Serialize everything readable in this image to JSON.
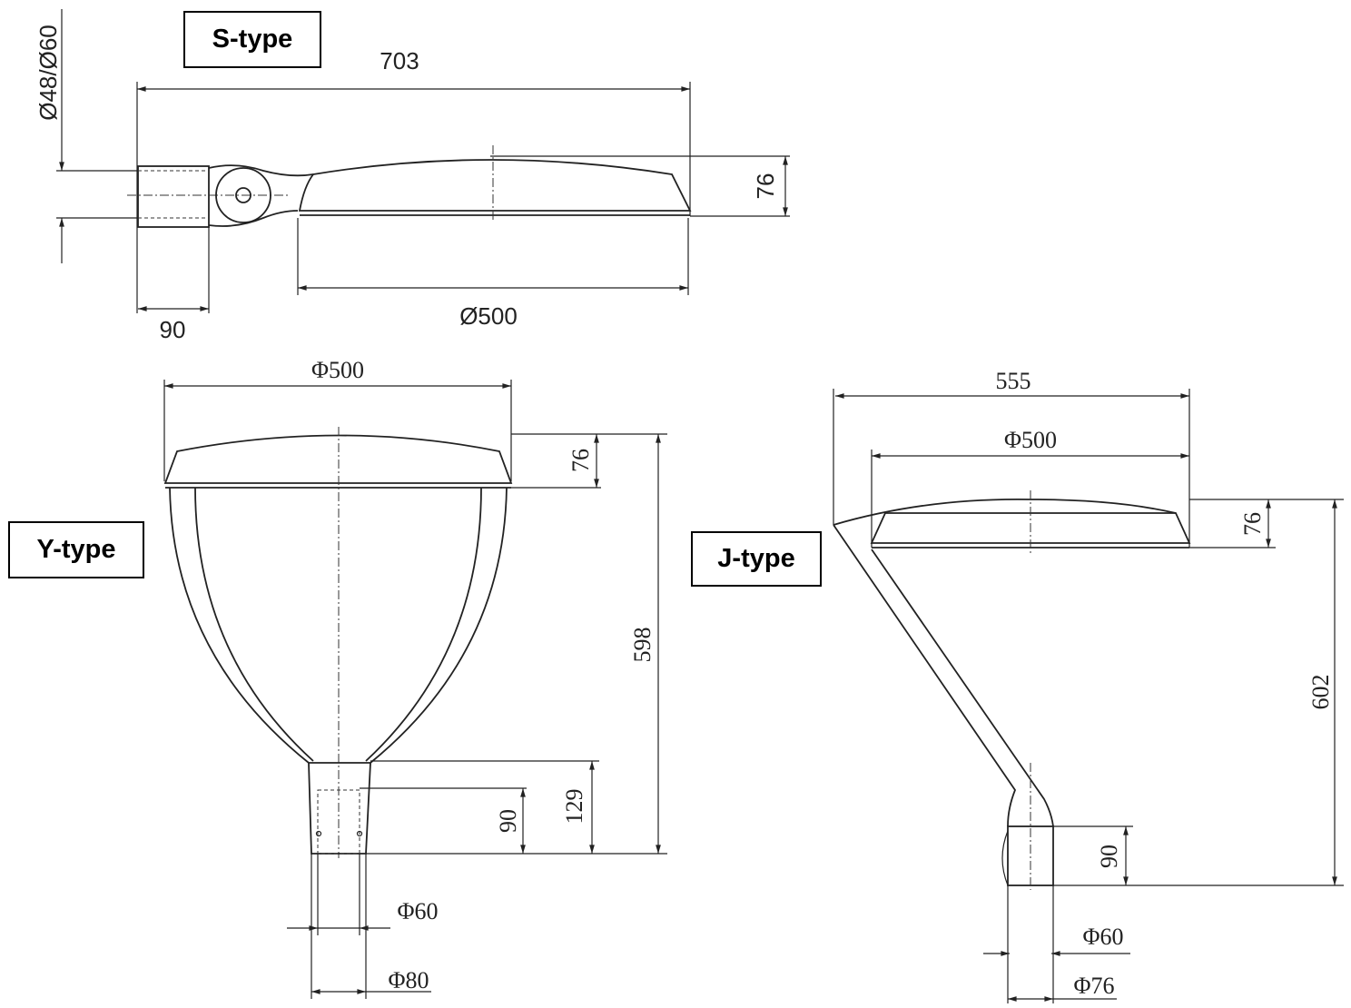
{
  "s_type": {
    "label": "S-type",
    "dim_length": "703",
    "dim_pipe_dia": "Ø48/Ø60",
    "dim_height": "76",
    "dim_lamp_dia": "Ø500",
    "dim_socket": "90"
  },
  "y_type": {
    "label": "Y-type",
    "dim_lamp_dia": "Φ500",
    "dim_height_lamp": "76",
    "dim_total_height": "598",
    "dim_stem_height": "129",
    "dim_socket_depth": "90",
    "dim_inner_dia": "Φ60",
    "dim_outer_dia": "Φ80"
  },
  "j_type": {
    "label": "J-type",
    "dim_width": "555",
    "dim_lamp_dia": "Φ500",
    "dim_height_lamp": "76",
    "dim_total_height": "602",
    "dim_socket_depth": "90",
    "dim_inner_dia": "Φ60",
    "dim_outer_dia": "Φ76"
  }
}
